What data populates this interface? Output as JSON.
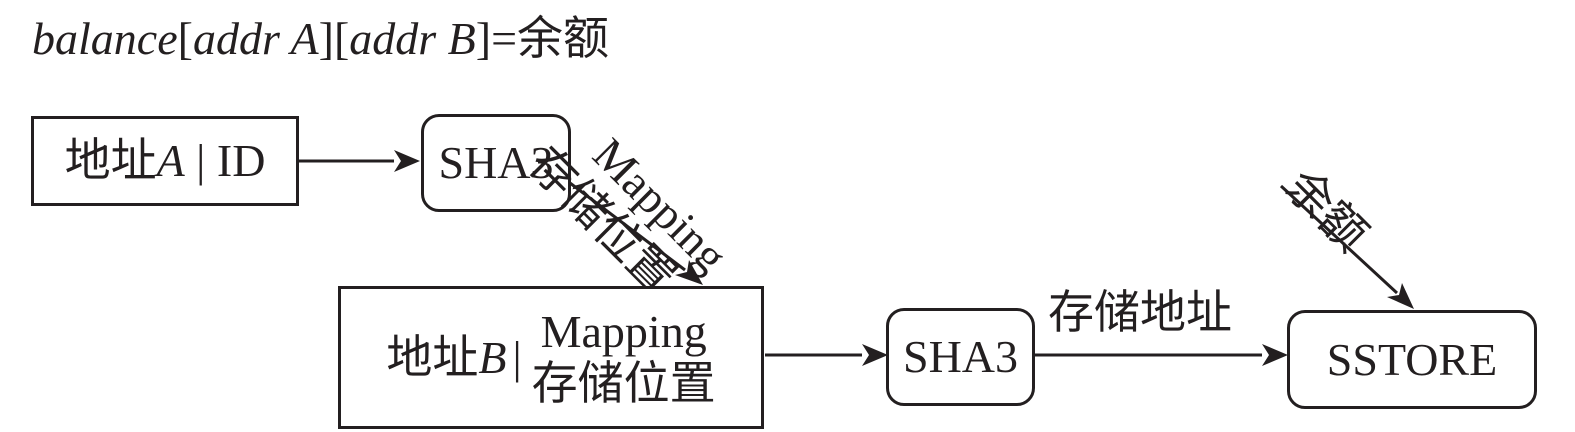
{
  "formula": {
    "prefix": "balance",
    "part1": "[",
    "addr_a": "addr A",
    "part2": "][",
    "addr_b": "addr B",
    "part3": "]=",
    "value": "余额"
  },
  "box_addr_a": {
    "prefix": "地址",
    "var": "A",
    "suffix": " | ID"
  },
  "sha3_top": {
    "label": "SHA3"
  },
  "mapping_label": {
    "line1": "Mapping",
    "line2": "存储位置"
  },
  "box_addr_b": {
    "prefix": "地址",
    "var": "B",
    "sep": "|",
    "line1": "Mapping",
    "line2": "存储位置"
  },
  "sha3_bottom": {
    "label": "SHA3"
  },
  "storage_label": {
    "text": "存储地址"
  },
  "balance_label": {
    "text": "余额"
  },
  "sstore": {
    "label": "SSTORE"
  }
}
